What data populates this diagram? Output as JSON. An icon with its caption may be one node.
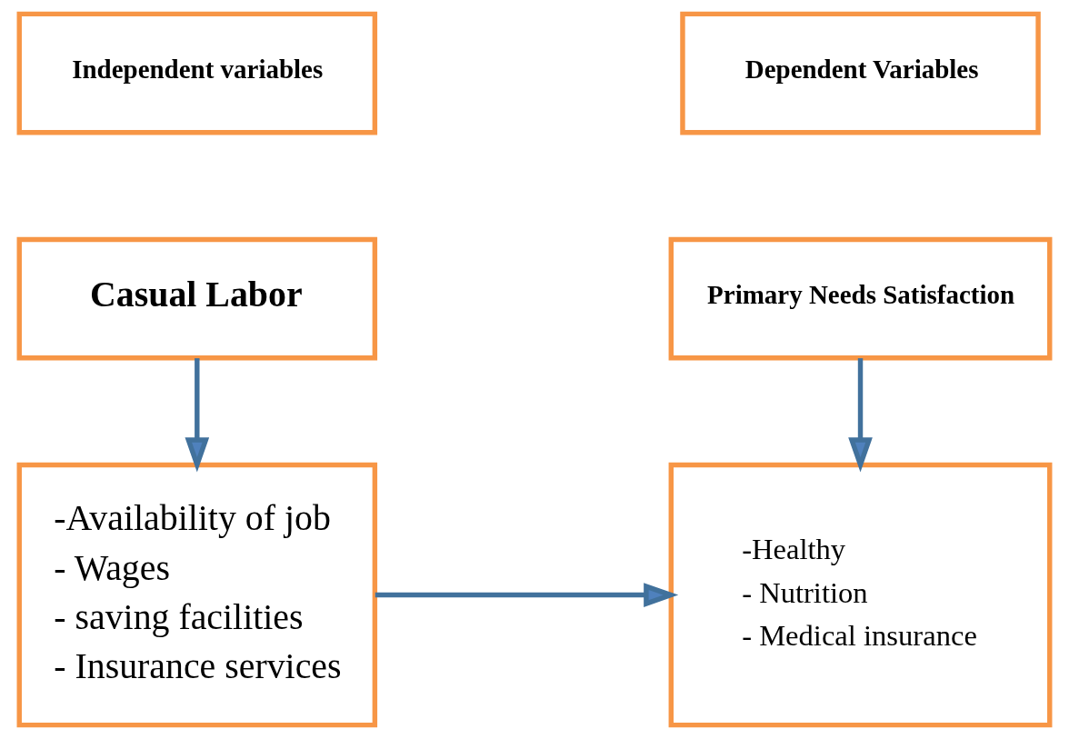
{
  "diagram": {
    "nodes": [
      {
        "text": [
          "Independent variables"
        ]
      },
      {
        "text": [
          "Dependent Variables"
        ]
      },
      {
        "text": [
          "Casual Labor"
        ]
      },
      {
        "text": [
          "Primary Needs Satisfaction"
        ]
      },
      {
        "text": [
          "-Availability of job",
          "- Wages",
          "- saving facilities",
          "- Insurance services"
        ]
      },
      {
        "text": [
          "-Healthy",
          "- Nutrition",
          "- Medical insurance"
        ]
      }
    ],
    "edges": [
      {
        "from": 2,
        "to": 4,
        "arrow": "to"
      },
      {
        "from": 3,
        "to": 5,
        "arrow": "to"
      },
      {
        "from": 4,
        "to": 5,
        "arrow": "to"
      }
    ]
  }
}
